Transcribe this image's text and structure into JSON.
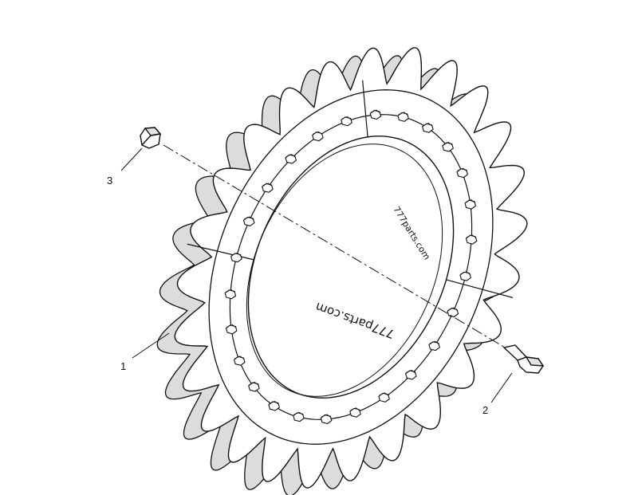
{
  "callouts": {
    "c1": "1",
    "c2": "2",
    "c3": "3"
  },
  "watermarks": {
    "w1": "777parts.com",
    "w2": "777parts.com"
  },
  "colors": {
    "line": "#111111",
    "fill": "#ffffff",
    "shade": "#dcdcdc"
  }
}
